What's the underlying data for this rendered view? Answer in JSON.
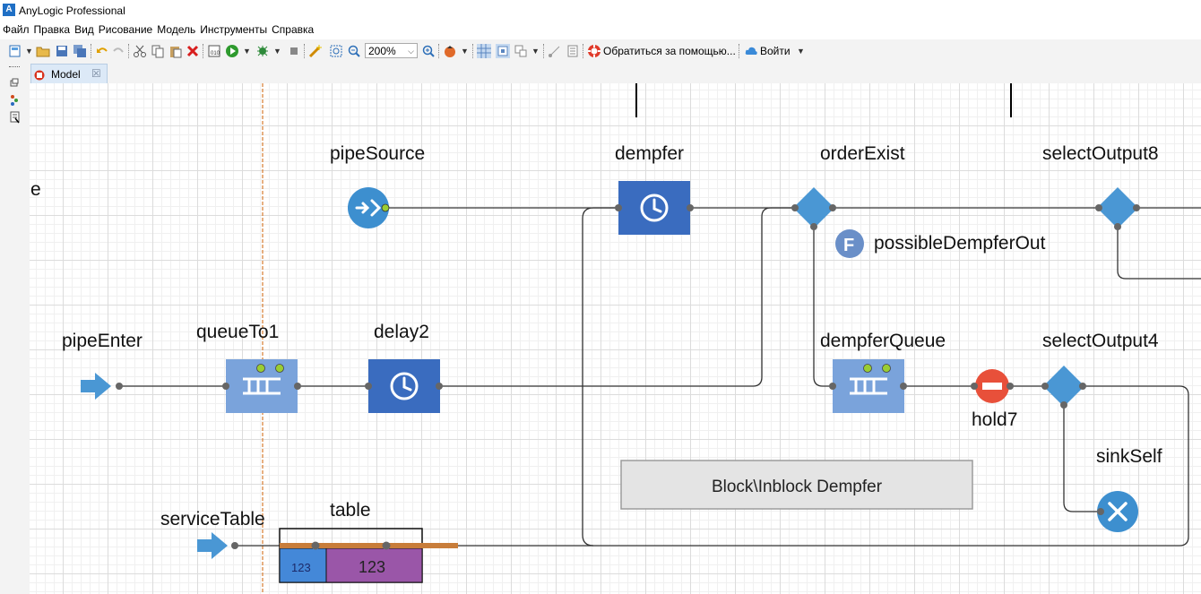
{
  "app": {
    "title": "AnyLogic Professional",
    "logo": "A"
  },
  "menu": [
    "Файл",
    "Правка",
    "Вид",
    "Рисование",
    "Модель",
    "Инструменты",
    "Справка"
  ],
  "toolbar": {
    "zoom": "200%",
    "help_label": "Обратиться за помощью...",
    "login_label": "Войти"
  },
  "tab": {
    "label": "Model",
    "close": "☒"
  },
  "canvas": {
    "stray_text": "e",
    "blocks": {
      "pipeSource": "pipeSource",
      "dempfer": "dempfer",
      "orderExist": "orderExist",
      "selectOutput8": "selectOutput8",
      "possibleDempferOut": "possibleDempferOut",
      "function_badge": "F",
      "pipeEnter": "pipeEnter",
      "queueTo1": "queueTo1",
      "delay2": "delay2",
      "dempferQueue": "dempferQueue",
      "hold7": "hold7",
      "selectOutput4": "selectOutput4",
      "sinkSelf": "sinkSelf",
      "serviceTable": "serviceTable",
      "table": "table",
      "table_cell_small": "123",
      "table_cell_large": "123"
    },
    "button_label": "Block\\Inblock Dempfer"
  },
  "colors": {
    "block_dark": "#3a6cbf",
    "block_light": "#7aa3db",
    "diamond": "#4a97d4",
    "hold": "#e8503a",
    "sink": "#3d8fcf",
    "table_blue": "#4488d8",
    "table_purple": "#9a56a8",
    "orange_line": "#c87d3a"
  }
}
